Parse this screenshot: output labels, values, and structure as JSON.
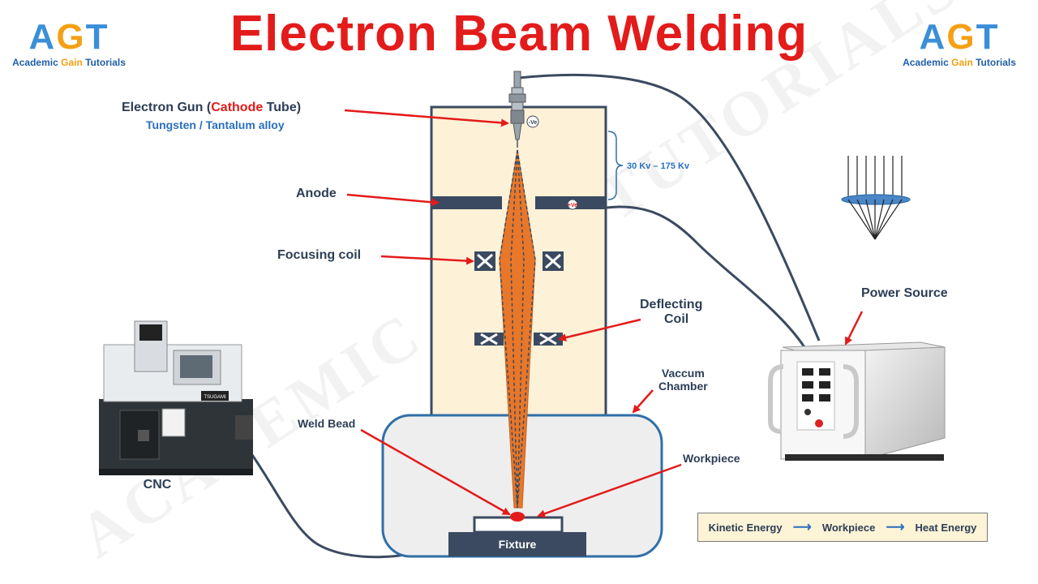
{
  "title": "Electron Beam Welding",
  "logo": {
    "a": "A",
    "g": "G",
    "t": "T",
    "sub_pre": "Academic ",
    "sub_hl": "Gain",
    "sub_post": " Tutorials"
  },
  "watermark": "ACADEMIC GAIN TUTORIALS",
  "labels": {
    "gun_pre": "Electron Gun (",
    "gun_cathode": "Cathode",
    "gun_post": " Tube)",
    "gun_material": "Tungsten / Tantalum alloy",
    "voltage": "30 Kv – 175 Kv",
    "neg_terminal": "-Ve",
    "pos_terminal": "+Ve",
    "anode": "Anode",
    "focusing_coil": "Focusing coil",
    "deflecting_coil_1": "Deflecting",
    "deflecting_coil_2": "Coil",
    "vacuum_chamber_1": "Vaccum",
    "vacuum_chamber_2": "Chamber",
    "weld_bead": "Weld Bead",
    "workpiece": "Workpiece",
    "fixture": "Fixture",
    "cnc": "CNC",
    "cnc_brand": "TSUGAMI",
    "power_source": "Power Source"
  },
  "energy_flow": [
    "Kinetic Energy",
    "Workpiece",
    "Heat Energy"
  ],
  "colors": {
    "title": "#e31b1b",
    "column_fill": "#fdf1d8",
    "column_stroke": "#3b4a60",
    "beam": "#e8772a",
    "arrow": "#e31b1b",
    "cable": "#3b4a60",
    "chamber_fill": "#eeeeee",
    "chamber_stroke": "#2f6fa8"
  }
}
